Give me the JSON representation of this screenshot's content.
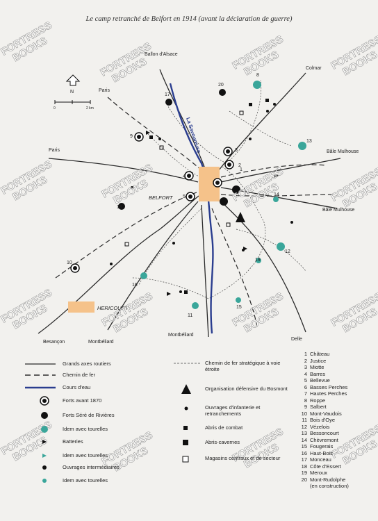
{
  "title": "Le camp retranché de Belfort en 1914 (avant la déclaration de guerre)",
  "north_label": "N",
  "scale": {
    "zero": "0",
    "unit": "2 km"
  },
  "places": {
    "ballon": "Ballon d'Alsace",
    "colmar": "Colmar",
    "paris_top": "Paris",
    "paris_left": "Paris",
    "bale1": "Bâle Mulhouse",
    "bale2": "Bâle Mulhouse",
    "belfort": "BELFORT",
    "hericourt": "HERICOURT",
    "besancon": "Besançon",
    "montbeliard1": "Montbéliard",
    "montbeliard2": "Montbéliard",
    "delle": "Delle",
    "river": "La Savoureuse"
  },
  "fort_numbers": [
    "1",
    "2",
    "3",
    "4",
    "5",
    "6",
    "7",
    "8",
    "9",
    "10",
    "11",
    "12",
    "13",
    "14",
    "15",
    "16",
    "17",
    "18",
    "19",
    "20"
  ],
  "watermark": {
    "line1": "FORTRESS",
    "line2": "BOOKS"
  },
  "legend": {
    "roads": "Grands axes routiers",
    "railway": "Chemin de fer",
    "water": "Cours d'eau",
    "forts1870": "Forts avant 1870",
    "forts_sere": "Forts Séré de Rivières",
    "turrets": "Idem avec tourelles",
    "batteries": "Batteries",
    "batteries_turrets": "Idem avec tourelles",
    "intermediate": "Ouvrages intermédiaires",
    "intermediate_turrets": "Idem avec tourelles",
    "narrow_rail": "Chemin de fer stratégique à voie étroite",
    "bosmont": "Organisation défensive du Bosmont",
    "infantry": "Ouvrages d'infanterie et retranchements",
    "shelters": "Abris de combat",
    "caverns": "Abris-cavernes",
    "stores": "Magasins centraux et de secteur"
  },
  "forts": [
    {
      "n": "1",
      "name": "Château"
    },
    {
      "n": "2",
      "name": "Justice"
    },
    {
      "n": "3",
      "name": "Miotte"
    },
    {
      "n": "4",
      "name": "Barres"
    },
    {
      "n": "5",
      "name": "Bellevue"
    },
    {
      "n": "6",
      "name": "Basses Perches"
    },
    {
      "n": "7",
      "name": "Hautes Perches"
    },
    {
      "n": "8",
      "name": "Roppe"
    },
    {
      "n": "9",
      "name": "Salbert"
    },
    {
      "n": "10",
      "name": "Mont-Vaudois"
    },
    {
      "n": "11",
      "name": "Bois d'Oye"
    },
    {
      "n": "12",
      "name": "Vézelois"
    },
    {
      "n": "13",
      "name": "Bessoncourt"
    },
    {
      "n": "14",
      "name": "Chèvremont"
    },
    {
      "n": "15",
      "name": "Fougerais"
    },
    {
      "n": "16",
      "name": "Haut-Bois"
    },
    {
      "n": "17",
      "name": "Monceau"
    },
    {
      "n": "18",
      "name": "Côte d'Essert"
    },
    {
      "n": "19",
      "name": "Meroux"
    },
    {
      "n": "20",
      "name": "Mont-Rudolphe"
    }
  ],
  "fort20_note": "(en construction)",
  "colors": {
    "road": "#2a2a2a",
    "river": "#2a3d8f",
    "turret": "#3aa69a",
    "town": "#f5c28a"
  }
}
